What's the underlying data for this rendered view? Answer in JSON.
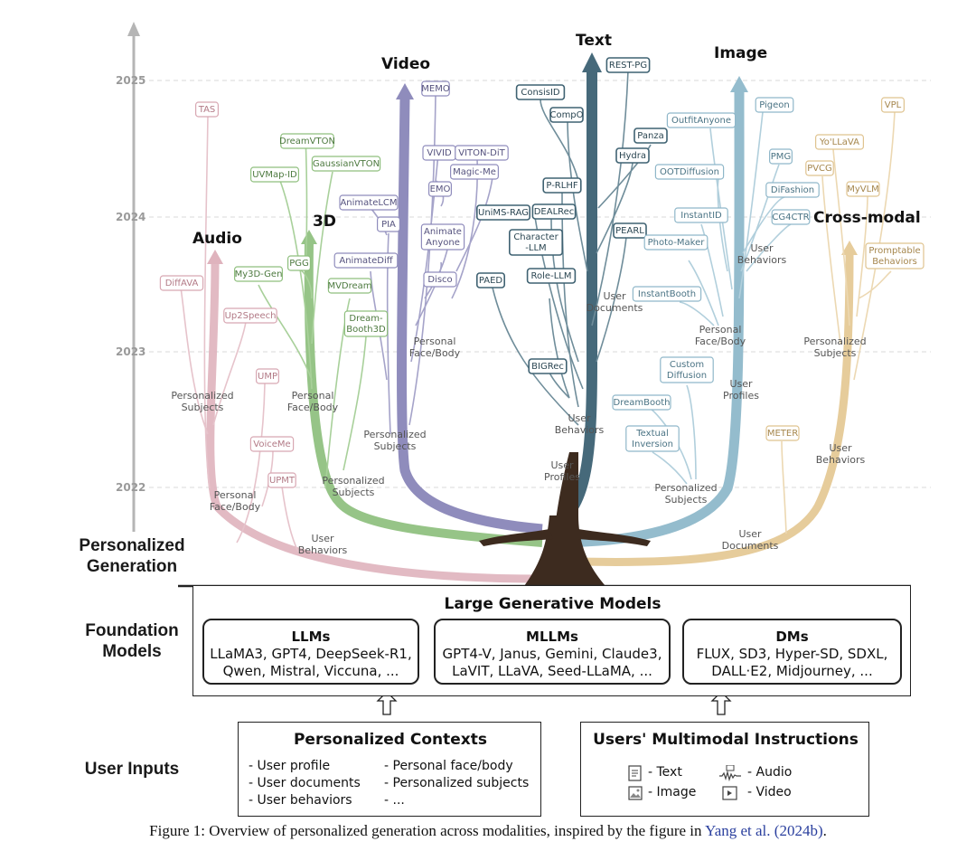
{
  "years": [
    "2025",
    "2024",
    "2023",
    "2022"
  ],
  "side_labels": {
    "personalized_generation": [
      "Personalized",
      "Generation"
    ],
    "foundation_models": [
      "Foundation",
      "Models"
    ],
    "user_inputs": "User Inputs"
  },
  "branches": {
    "audio": "Audio",
    "three_d": "3D",
    "video": "Video",
    "text": "Text",
    "image": "Image",
    "cross_modal": "Cross-modal"
  },
  "colors": {
    "audio": "#d9a9b4",
    "three_d": "#8dbf7a",
    "video": "#8d8ab8",
    "text": "#3f6272",
    "image": "#8fb7c9",
    "cross_modal": "#e2c895",
    "trunk": "#3d2b1f"
  },
  "nodes": {
    "audio": [
      "TAS",
      "DiffAVA",
      "Up2Speech",
      "UMP",
      "VoiceMe",
      "UPMT"
    ],
    "three_d": [
      "DreamVTON",
      "UVMap-ID",
      "GaussianVTON",
      "My3D-Gen",
      "PGG",
      "MVDream",
      "Dream-Booth3D"
    ],
    "video": [
      "MEMO",
      "VIVID",
      "VITON-DiT",
      "EMO",
      "Magic-Me",
      "Animate Anyone",
      "Disco",
      "AnimateLCM",
      "PIA",
      "AnimateDiff"
    ],
    "text": [
      "REST-PG",
      "ConsisID",
      "CompO",
      "Panza",
      "Hydra",
      "P-RLHF",
      "UniMS-RAG",
      "DEALRec",
      "Character -LLM",
      "PEARL",
      "PAED",
      "Role-LLM",
      "BIGRec"
    ],
    "image": [
      "Pigeon",
      "OutfitAnyone",
      "PMG",
      "OOTDiffusion",
      "DiFashion",
      "InstantID",
      "CG4CTR",
      "Photo-Maker",
      "InstantBooth",
      "Custom Diffusion",
      "DreamBooth",
      "Textual Inversion"
    ],
    "cross_modal": [
      "VPL",
      "Yo'LLaVA",
      "PVCG",
      "MyVLM",
      "Promptable Behaviors",
      "METER"
    ]
  },
  "context_labels": {
    "audio": [
      "Personalized Subjects",
      "Personal Face/Body",
      "User Behaviors"
    ],
    "three_d": [
      "Personal Face/Body",
      "Personalized Subjects"
    ],
    "video": [
      "Personal Face/Body",
      "Personalized Subjects"
    ],
    "text": [
      "User Documents",
      "User Behaviors",
      "User Profiles"
    ],
    "image": [
      "User Behaviors",
      "Personal Face/Body",
      "User Profiles",
      "Personalized Subjects"
    ],
    "cross_modal": [
      "Personalized Subjects",
      "User Behaviors",
      "User Documents"
    ]
  },
  "foundation": {
    "title": "Large Generative Models",
    "boxes": [
      {
        "name": "LLMs",
        "line1": "LLaMA3, GPT4, DeepSeek-R1,",
        "line2": "Qwen, Mistral, Viccuna, ..."
      },
      {
        "name": "MLLMs",
        "line1": "GPT4-V, Janus, Gemini, Claude3,",
        "line2": "LaVIT, LLaVA, Seed-LLaMA, ..."
      },
      {
        "name": "DMs",
        "line1": "FLUX, SD3, Hyper-SD, SDXL,",
        "line2": "DALL·E2, Midjourney, ..."
      }
    ]
  },
  "user_inputs": {
    "contexts": {
      "title": "Personalized Contexts",
      "left": [
        "- User profile",
        "- User documents",
        "- User behaviors"
      ],
      "right": [
        "- Personal face/body",
        "- Personalized subjects",
        "- ..."
      ]
    },
    "instructions": {
      "title": "Users' Multimodal Instructions",
      "items": [
        {
          "icon": "text-file-icon",
          "label": "- Text"
        },
        {
          "icon": "audio-wave-icon",
          "label": "- Audio"
        },
        {
          "icon": "image-file-icon",
          "label": "- Image"
        },
        {
          "icon": "video-file-icon",
          "label": "- Video"
        }
      ]
    }
  },
  "caption": {
    "text": "Figure 1: Overview of personalized generation across modalities, inspired by the figure in ",
    "ref": "Yang et al. (2024b)",
    "end": "."
  }
}
